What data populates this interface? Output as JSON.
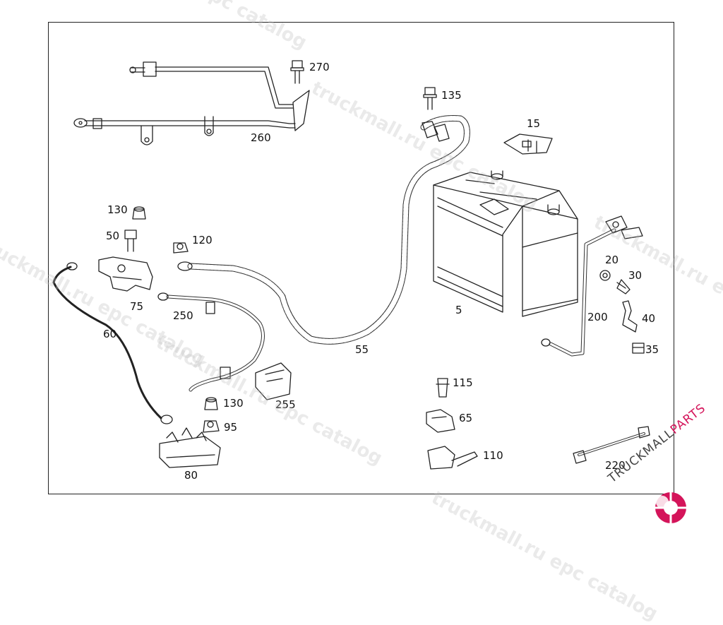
{
  "diagram": {
    "part_labels": {
      "p270": "270",
      "p260": "260",
      "p135": "135",
      "p15": "15",
      "p130a": "130",
      "p50": "50",
      "p120": "120",
      "p75": "75",
      "p250": "250",
      "p60": "60",
      "p55": "55",
      "p5": "5",
      "p20": "20",
      "p30": "30",
      "p200": "200",
      "p40": "40",
      "p35": "35",
      "p115": "115",
      "p65": "65",
      "p110": "110",
      "p255": "255",
      "p130b": "130",
      "p95": "95",
      "p80": "80",
      "p220": "220"
    }
  },
  "watermark": {
    "text_1": "epc catalog",
    "text_2": "truckmall.ru epc catalog",
    "text_3": "truckmall.ru epc catalog",
    "text_4": "truckmall.ru epc catalog",
    "text_5": "truckmall.ru epc catalog",
    "text_6": "truckmall.ru e"
  },
  "logo": {
    "text_a": "TRUCKMALL",
    "text_b": "PARTS",
    "accent_color": "#d4145a"
  }
}
